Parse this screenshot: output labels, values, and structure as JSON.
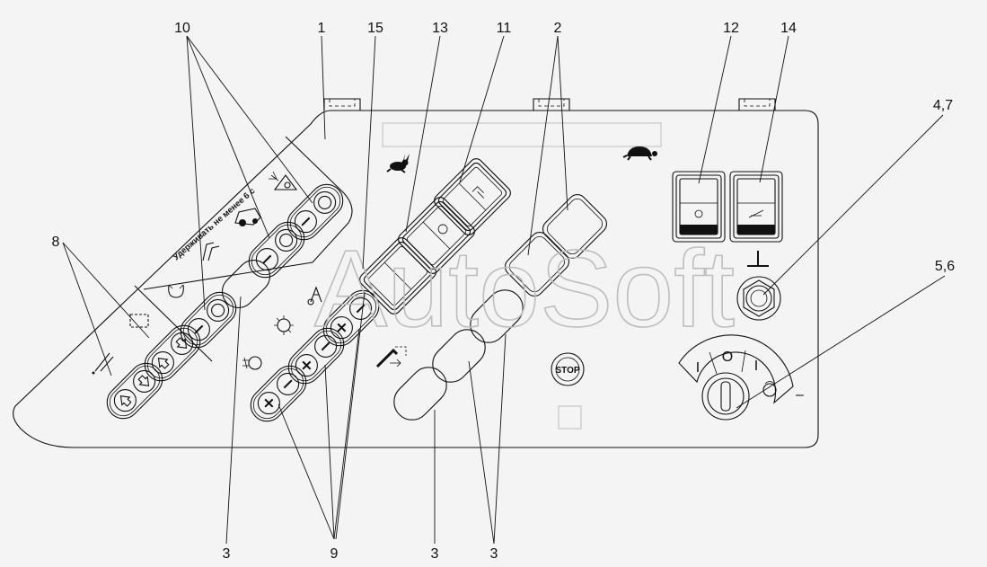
{
  "panel": {
    "warning_text": "Удерживать не менее 6 с",
    "stop_label": "STOP"
  },
  "watermark": "AutoSoft",
  "callouts": {
    "c1": "1",
    "c2": "2",
    "c3a": "3",
    "c3b": "3",
    "c3c": "3",
    "c4_7": "4,7",
    "c5_6": "5,6",
    "c8": "8",
    "c9": "9",
    "c10": "10",
    "c11": "11",
    "c12": "12",
    "c13": "13",
    "c14": "14",
    "c15": "15"
  },
  "switch": {
    "pos_left": "I",
    "pos_center": "O",
    "pos_right": "I",
    "minus": "–"
  }
}
